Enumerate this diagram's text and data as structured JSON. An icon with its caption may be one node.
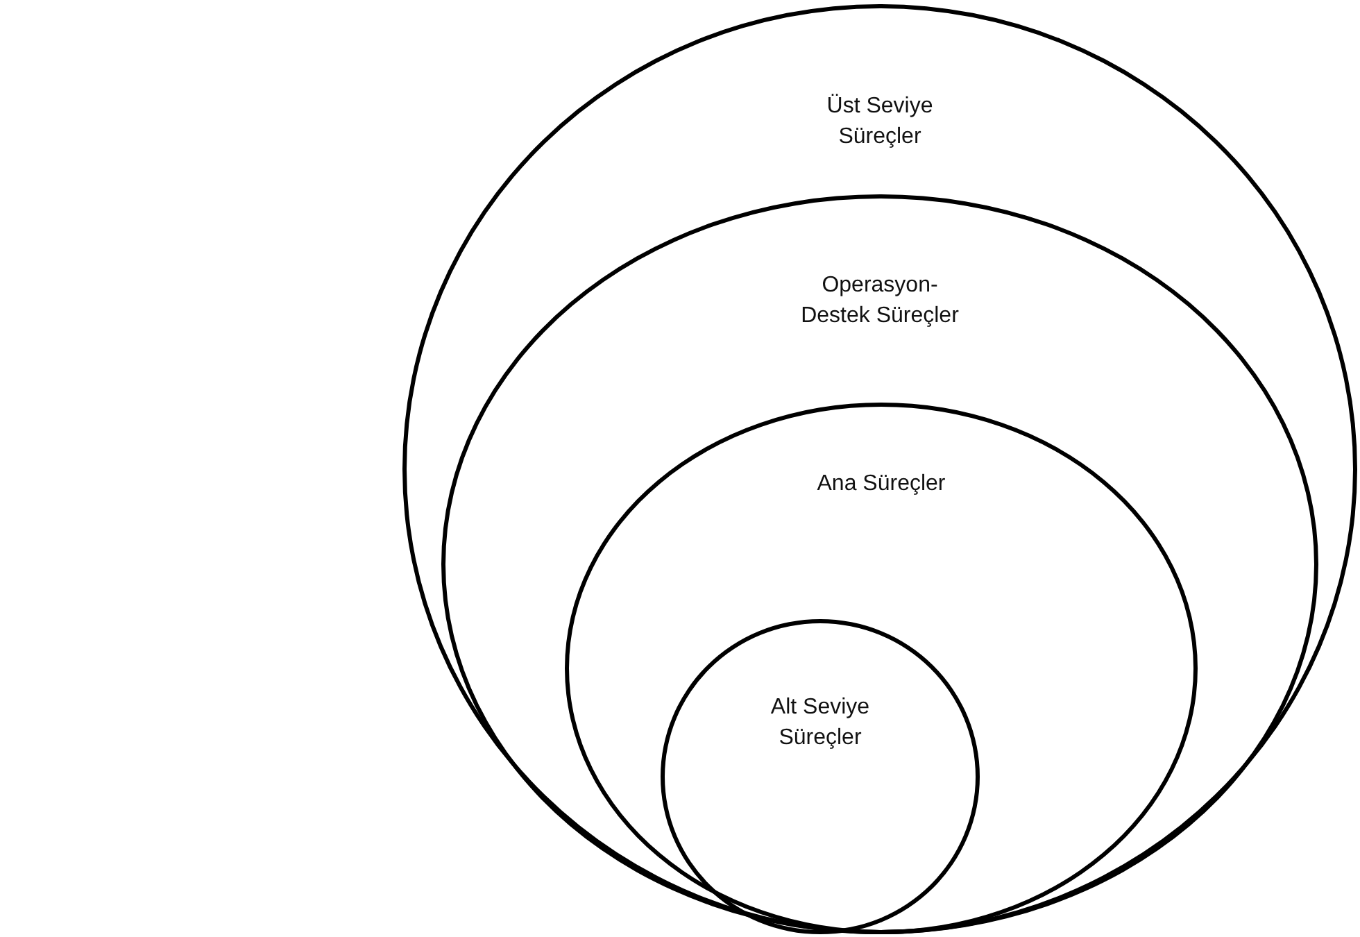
{
  "diagram": {
    "nodes": [
      {
        "text": [
          "Üst Seviye Süreçler"
        ]
      },
      {
        "text": [
          "Operasyon- Destek Süreçler"
        ],
        "in": 0
      },
      {
        "text": [
          "Ana Süreçler"
        ],
        "in": 1
      },
      {
        "text": [
          "Alt Seviye Süreçler"
        ],
        "in": 2
      }
    ]
  }
}
